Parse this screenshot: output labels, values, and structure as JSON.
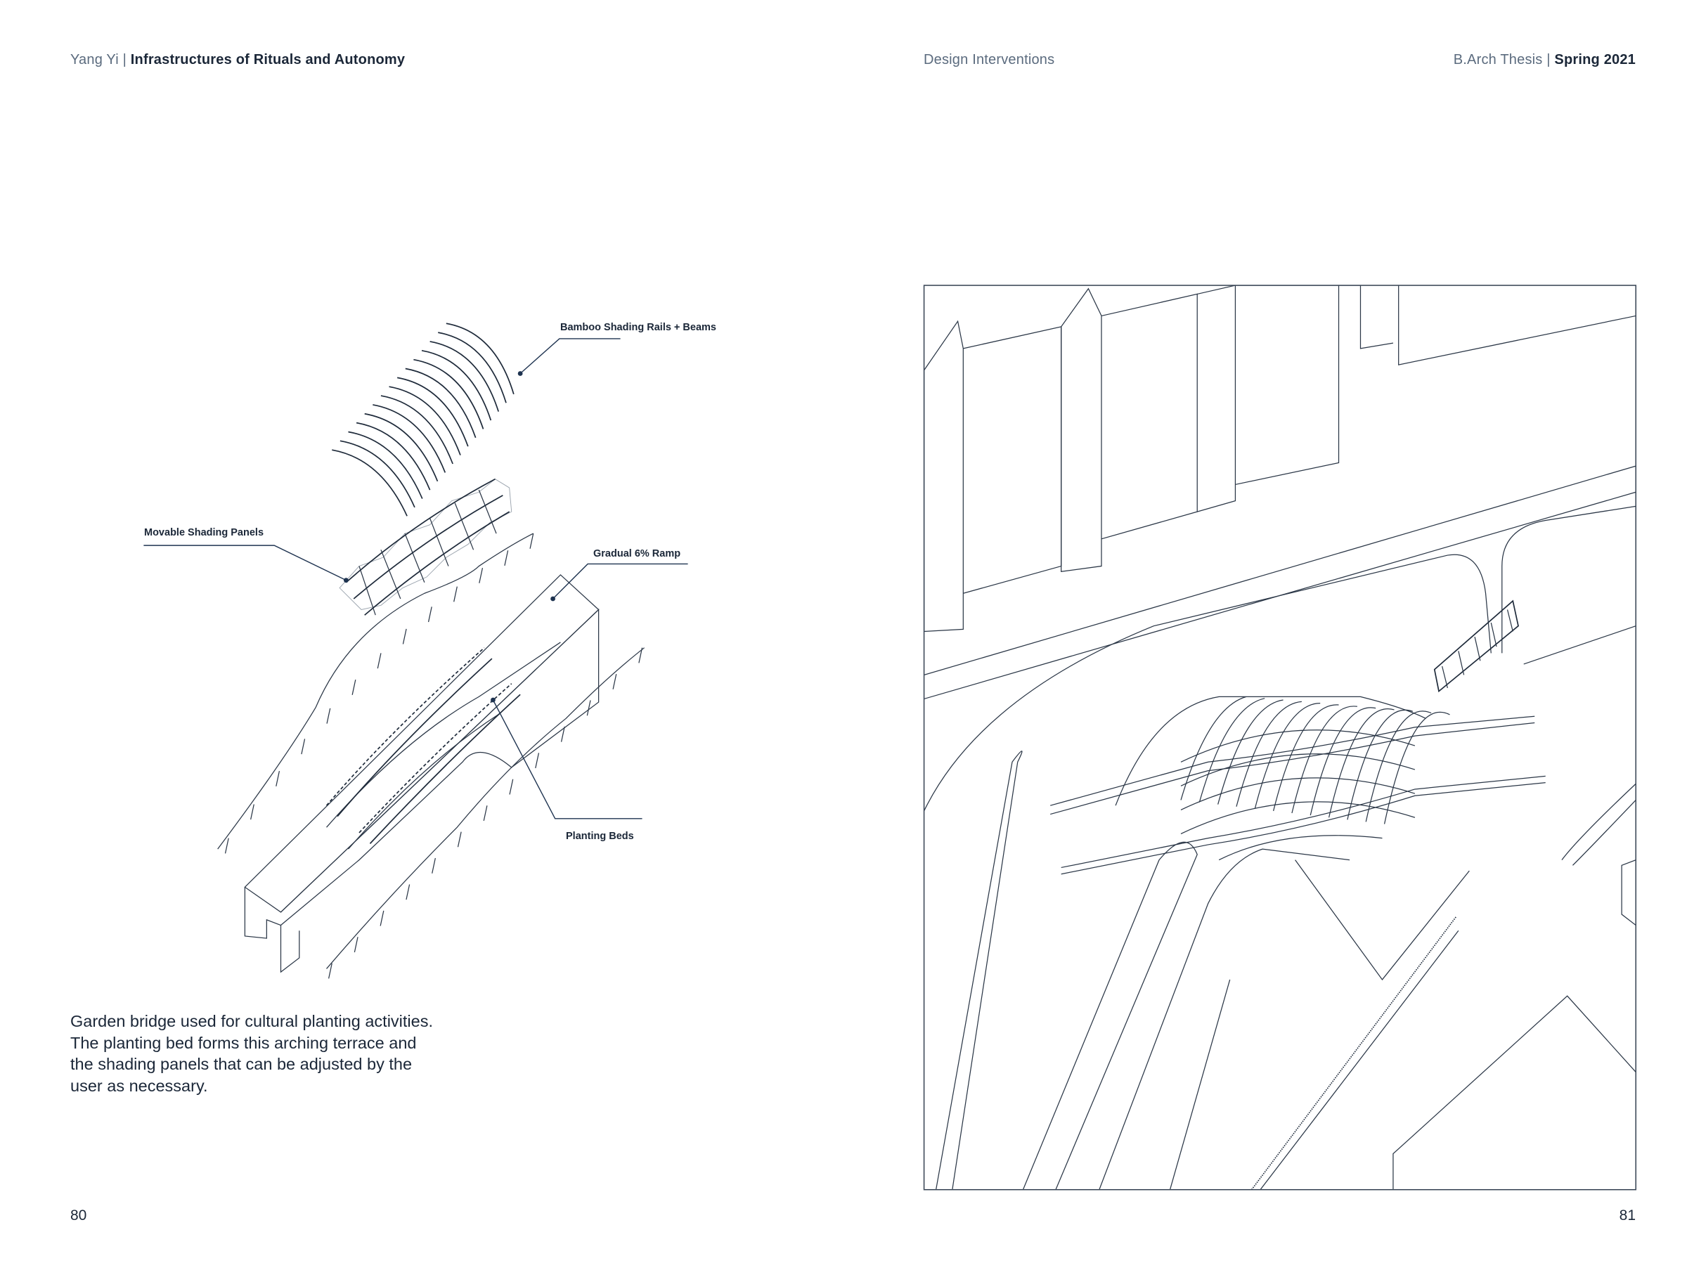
{
  "header": {
    "left_author": "Yang Yi | ",
    "left_title": "Infrastructures of Rituals and Autonomy",
    "center": "Design Interventions",
    "right_prefix": "B.Arch Thesis | ",
    "right_term": "Spring 2021"
  },
  "diagram": {
    "labels": {
      "bamboo": "Bamboo Shading Rails + Beams",
      "panels": "Movable Shading Panels",
      "ramp": "Gradual 6% Ramp",
      "beds": "Planting Beds"
    }
  },
  "caption": "Garden bridge used for cultural planting activities.  The planting bed forms this arching terrace and the shading panels that can be adjusted by the user as necessary.",
  "pages": {
    "left": "80",
    "right": "81"
  },
  "colors": {
    "text": "#1b2738",
    "muted": "#5b6b7e",
    "line": "#2a3646",
    "frame": "#3a4656"
  }
}
